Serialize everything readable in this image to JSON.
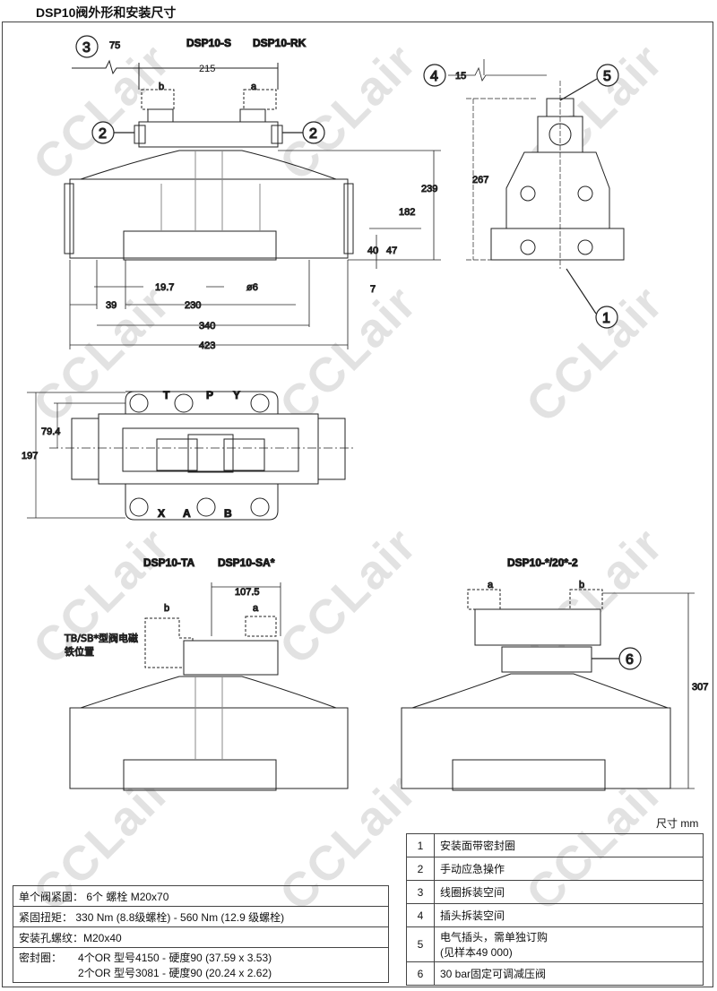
{
  "title": "DSP10阀外形和安装尺寸",
  "watermark": "CCLair",
  "views": {
    "front": {
      "label_a": "DSP10-S",
      "label_b": "DSP10-RK",
      "sol_b": "b",
      "sol_a": "a",
      "dims": {
        "d75": "75",
        "d215": "215",
        "d239": "239",
        "d182": "182",
        "d40": "40",
        "d47": "47",
        "d7": "7",
        "d19_7": "19.7",
        "d6": "ø6",
        "d39": "39",
        "d230": "230",
        "d340": "340",
        "d423": "423"
      }
    },
    "side": {
      "dims": {
        "d15": "15",
        "d267": "267"
      }
    },
    "top": {
      "ports_top": [
        "T",
        "P",
        "Y"
      ],
      "ports_bottom": [
        "X",
        "A",
        "B"
      ],
      "dims": {
        "d79_4": "79.4",
        "d197": "197"
      }
    },
    "ta": {
      "label_a": "DSP10-TA",
      "label_b": "DSP10-SA*",
      "sol_b": "b",
      "sol_a": "a",
      "d107_5": "107.5",
      "note_line1": "TB/SB*型阀电磁",
      "note_line2": "铁位置"
    },
    "v2": {
      "label": "DSP10-*/20*-2",
      "sol_a": "a",
      "sol_b": "b",
      "d307": "307"
    }
  },
  "callouts": [
    "1",
    "2",
    "3",
    "4",
    "5",
    "6"
  ],
  "units": "尺寸 mm",
  "mounting": [
    {
      "label": "单个阀紧固：",
      "value": "6个 螺栓 M20x70"
    },
    {
      "label": "紧固扭矩：",
      "value": "330 Nm (8.8级螺栓) - 560 Nm (12.9 级螺栓)"
    },
    {
      "label": "安装孔螺纹：",
      "value": "M20x40"
    },
    {
      "label": "密封圈：",
      "value1": "4个OR 型号4150 - 硬度90 (37.59 x 3.53)",
      "value2": "2个OR 型号3081 - 硬度90 (20.24 x 2.62)"
    }
  ],
  "legend": [
    {
      "num": "1",
      "text": "安装面带密封圈"
    },
    {
      "num": "2",
      "text": "手动应急操作"
    },
    {
      "num": "3",
      "text": "线圈拆装空间"
    },
    {
      "num": "4",
      "text": "插头拆装空间"
    },
    {
      "num": "5",
      "text": "电气插头，需单独订购",
      "text2": "(见样本49 000)"
    },
    {
      "num": "6",
      "text": "30 bar固定可调减压阀"
    }
  ]
}
